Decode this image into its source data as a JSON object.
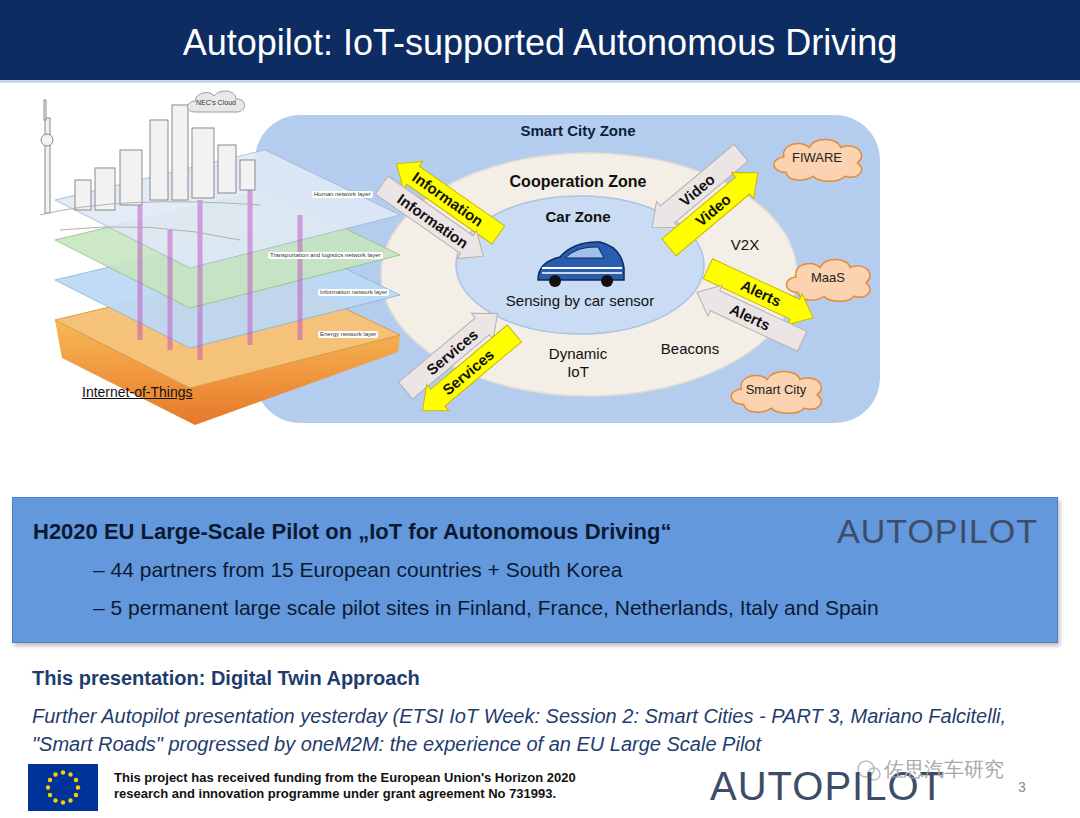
{
  "diagram": {
    "title": "Autopilot: IoT-supported Autonomous Driving",
    "nodes": [
      {
        "text": [
          "Smart City Zone"
        ]
      },
      {
        "text": [
          "Cooperation Zone",
          "V2X",
          "Beacons",
          "Dynamic IoT"
        ],
        "in": 0
      },
      {
        "text": [
          "Car Zone",
          "Sensing by car sensor"
        ],
        "in": 1
      },
      {
        "text": [
          "FIWARE"
        ],
        "in": 0
      },
      {
        "text": [
          "MaaS"
        ],
        "in": 0
      },
      {
        "text": [
          "Smart City"
        ],
        "in": 0
      },
      {
        "text": [
          "H2020 EU Large-Scale Pilot on „IoT for Autonomous Driving“",
          "– 44 partners from 15 European countries + South Korea",
          "– 5 permanent large scale pilot sites in Finland, France, Netherlands, Italy and Spain",
          "AUTOPILOT"
        ]
      }
    ],
    "labels": [
      "NEC's Cloud",
      "Human network layer",
      "Transportation and logistics network layer",
      "Information network layer",
      "Energy network layer",
      "Internet-of-Things",
      "Information",
      "Information",
      "Video",
      "Video",
      "Alerts",
      "Alerts",
      "Services",
      "Services",
      "This presentation: Digital Twin Approach",
      "Further Autopilot presentation yesterday (ETSI IoT Week: Session 2: Smart Cities - PART 3, Mariano Falcitelli, \"Smart Roads\" progressed by oneM2M: the experience of an EU Large Scale Pilot",
      "This project has received funding from the European Union's Horizon 2020 research and innovation programme under grant agreement No 731993.",
      "AUTOPILOT",
      "佐思汽车研究",
      "3"
    ]
  }
}
